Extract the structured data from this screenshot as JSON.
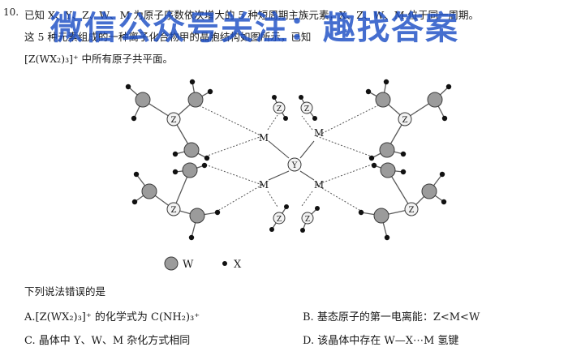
{
  "question": {
    "number": "10.",
    "line1": "已知 X、Y、Z、W、M 为原子序数依次增大的 5 种短周期主族元素，X、Z、W、M 位于同一周期。",
    "line2": "这 5 种元素组成的一种离子化合物甲的晶胞结构如图所示，已知",
    "line3": "[Z(WX₂)₃]⁺ 中所有原子共平面。"
  },
  "watermark": "微信公众号关注：趣找答案",
  "diagram": {
    "labels": {
      "Z": "Z",
      "M": "M",
      "Y": "Y"
    },
    "legend": {
      "W_label": "W",
      "X_label": "X"
    },
    "colors": {
      "W": "#9b9b9b",
      "Z": "#f2f2f2",
      "X": "#111111"
    }
  },
  "prompt": "下列说法错误的是",
  "options": {
    "A": "A.[Z(WX₂)₃]⁺ 的化学式为 C(NH₂)₃⁺",
    "B": "B. 基态原子的第一电离能：Z<M<W",
    "C": "C. 晶体中 Y、W、M 杂化方式相同",
    "D": "D. 该晶体中存在 W—X⋯M 氢键"
  }
}
